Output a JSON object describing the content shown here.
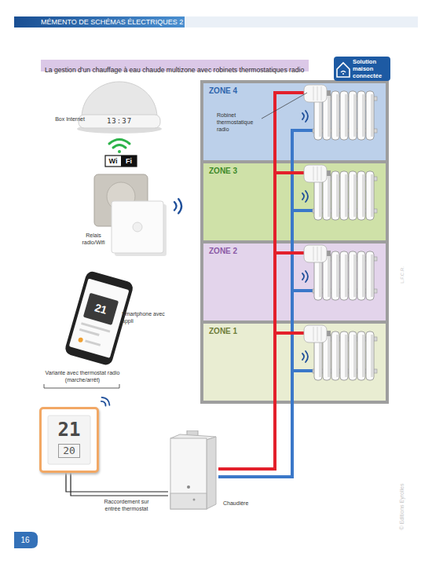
{
  "diagram": {
    "title": "La gestion d'un chauffage à eau chaude multizone avec robinets thermostatiques radio",
    "nodes": [
      {
        "text": [
          "Solution maison connectée"
        ]
      },
      {
        "text": [
          "ZONE 4"
        ]
      },
      {
        "text": [
          "ZONE 3"
        ]
      },
      {
        "text": [
          "ZONE 2"
        ]
      },
      {
        "text": [
          "ZONE 1"
        ]
      },
      {
        "text": [
          "21",
          "20"
        ]
      },
      {
        "text": [
          "Chaudière"
        ]
      }
    ],
    "edges": [
      {
        "from": 5,
        "to": 6,
        "arrow": "none",
        "label": "Raccordement sur entrée thermostat"
      },
      {
        "from": 6,
        "to": 4,
        "arrow": "none"
      },
      {
        "from": 6,
        "to": 3,
        "arrow": "none"
      },
      {
        "from": 6,
        "to": 2,
        "arrow": "none"
      },
      {
        "from": 6,
        "to": 1,
        "arrow": "none"
      }
    ],
    "labels": [
      "MÉMENTO DE SCHÉMAS ÉLECTRIQUES 2",
      "Box Internet",
      "13:37",
      "Wi",
      "Fi",
      "Relais radio/Wifi",
      "Smartphone avec appli",
      "21",
      "Variante avec thermostat radio (marche/arrêt)",
      "Robinet thermostatique radio",
      "16",
      "L.F.C.R.",
      "© Editions Eyrolles"
    ]
  }
}
